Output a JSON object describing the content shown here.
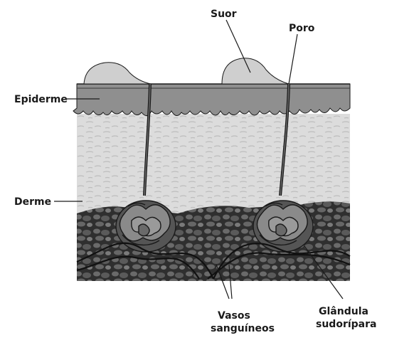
{
  "labels": {
    "suor": "Suor",
    "poro": "Poro",
    "epiderme": "Epiderme",
    "derme": "Derme",
    "vasos_line1": "Vasos",
    "vasos_line2": "sanguíneos",
    "glandula_line1": "Glândula",
    "glandula_line2": "sudorípara"
  },
  "colors": {
    "epidermis": "#8f8f8f",
    "dermis": "#dcdcdc",
    "subcutaneous": "#4e4e4e",
    "sweat_drop": "#cfcfcf",
    "ink": "#1a1a1a"
  }
}
